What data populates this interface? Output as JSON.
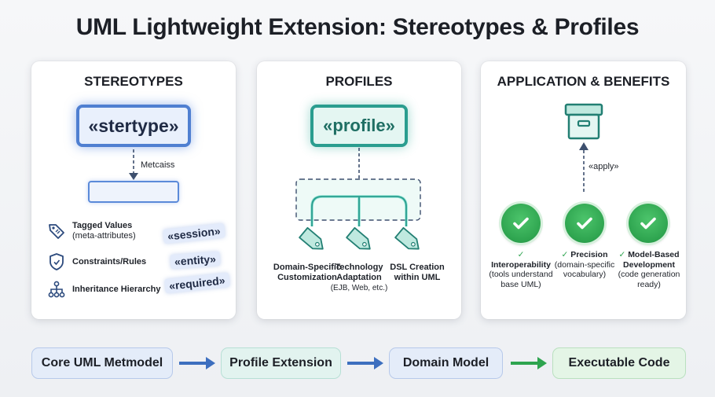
{
  "title": "UML Lightweight Extension: Stereotypes & Profiles",
  "stereotypes": {
    "heading": "STEREOTYPES",
    "box_label": "«stertype»",
    "metaclass_label": "Metcaiss",
    "features": [
      {
        "title": "Tagged Values",
        "subtitle": "(meta-attributes)",
        "icon": "tag-icon"
      },
      {
        "title": "Constraints/Rules",
        "subtitle": "",
        "icon": "shield-icon"
      },
      {
        "title": "Inheritance Hierarchy",
        "subtitle": "",
        "icon": "hierarchy-icon"
      }
    ],
    "examples": [
      "«session»",
      "«entity»",
      "«required»"
    ]
  },
  "profiles": {
    "heading": "PROFILES",
    "box_label": "«profile»",
    "tags": [
      {
        "title": "Domain-Specific Customization",
        "sub": ""
      },
      {
        "title": "Technology Adaptation",
        "sub": "(EJB, Web, etc.)"
      },
      {
        "title": "DSL Creation within UML",
        "sub": ""
      }
    ]
  },
  "application": {
    "heading": "APPLICATION & BENEFITS",
    "apply_label": "«apply»",
    "benefits": [
      {
        "title": "Interoperability",
        "detail": "(tools understand base UML)"
      },
      {
        "title": "Precision",
        "detail": "(domain-specific vocabulary)"
      },
      {
        "title": "Model-Based Development",
        "detail": "(code generation ready)"
      }
    ]
  },
  "flow": [
    "Core UML Metmodel",
    "Profile Extension",
    "Domain Model",
    "Executable Code"
  ],
  "colors": {
    "blue": "#4f7fd1",
    "teal": "#2a9d8f",
    "green": "#2ea44f",
    "arrow_blue": "#3d6fbf",
    "arrow_green": "#2ea44f"
  }
}
